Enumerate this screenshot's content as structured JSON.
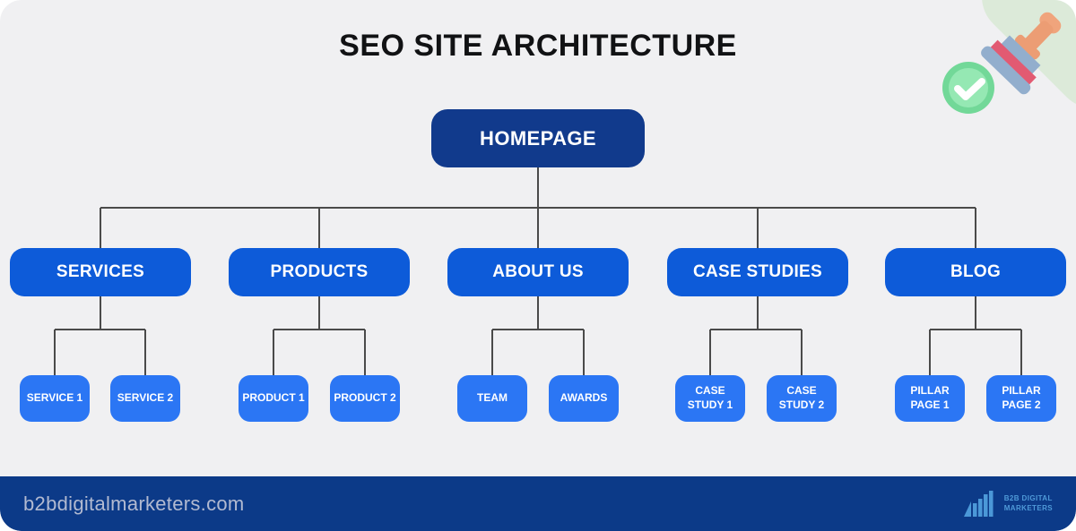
{
  "title": "SEO SITE ARCHITECTURE",
  "tree": {
    "root": {
      "label": "HOMEPAGE"
    },
    "branches": [
      {
        "label": "SERVICES",
        "children": [
          "SERVICE 1",
          "SERVICE 2"
        ]
      },
      {
        "label": "PRODUCTS",
        "children": [
          "PRODUCT 1",
          "PRODUCT 2"
        ]
      },
      {
        "label": "ABOUT US",
        "children": [
          "TEAM",
          "AWARDS"
        ]
      },
      {
        "label": "CASE STUDIES",
        "children": [
          "CASE STUDY 1",
          "CASE STUDY 2"
        ]
      },
      {
        "label": "BLOG",
        "children": [
          "PILLAR PAGE 1",
          "PILLAR PAGE 2"
        ]
      }
    ]
  },
  "footer": {
    "website": "b2bdigitalmarketers.com",
    "logo": {
      "line1": "B2B DIGITAL",
      "line2": "MARKETERS",
      "icon": "ascending-bars-chart-icon"
    }
  },
  "decorations": {
    "stamp": "approval-stamp-with-green-checkmark-icon"
  },
  "colors": {
    "canvas_bg": "#f0f0f2",
    "root_node": "#113a8c",
    "branch_node": "#0d5bd9",
    "leaf_node": "#2b76f4",
    "connector": "#4a4a4a",
    "footer_bg": "#0c3a88",
    "footer_text": "#b2bad1",
    "logo_blue": "#4f9ad9",
    "stamp_handle": "#eda07a",
    "stamp_base": "#92aecd",
    "stamp_stripe": "#e25a72",
    "badge_green": "#72d898"
  }
}
